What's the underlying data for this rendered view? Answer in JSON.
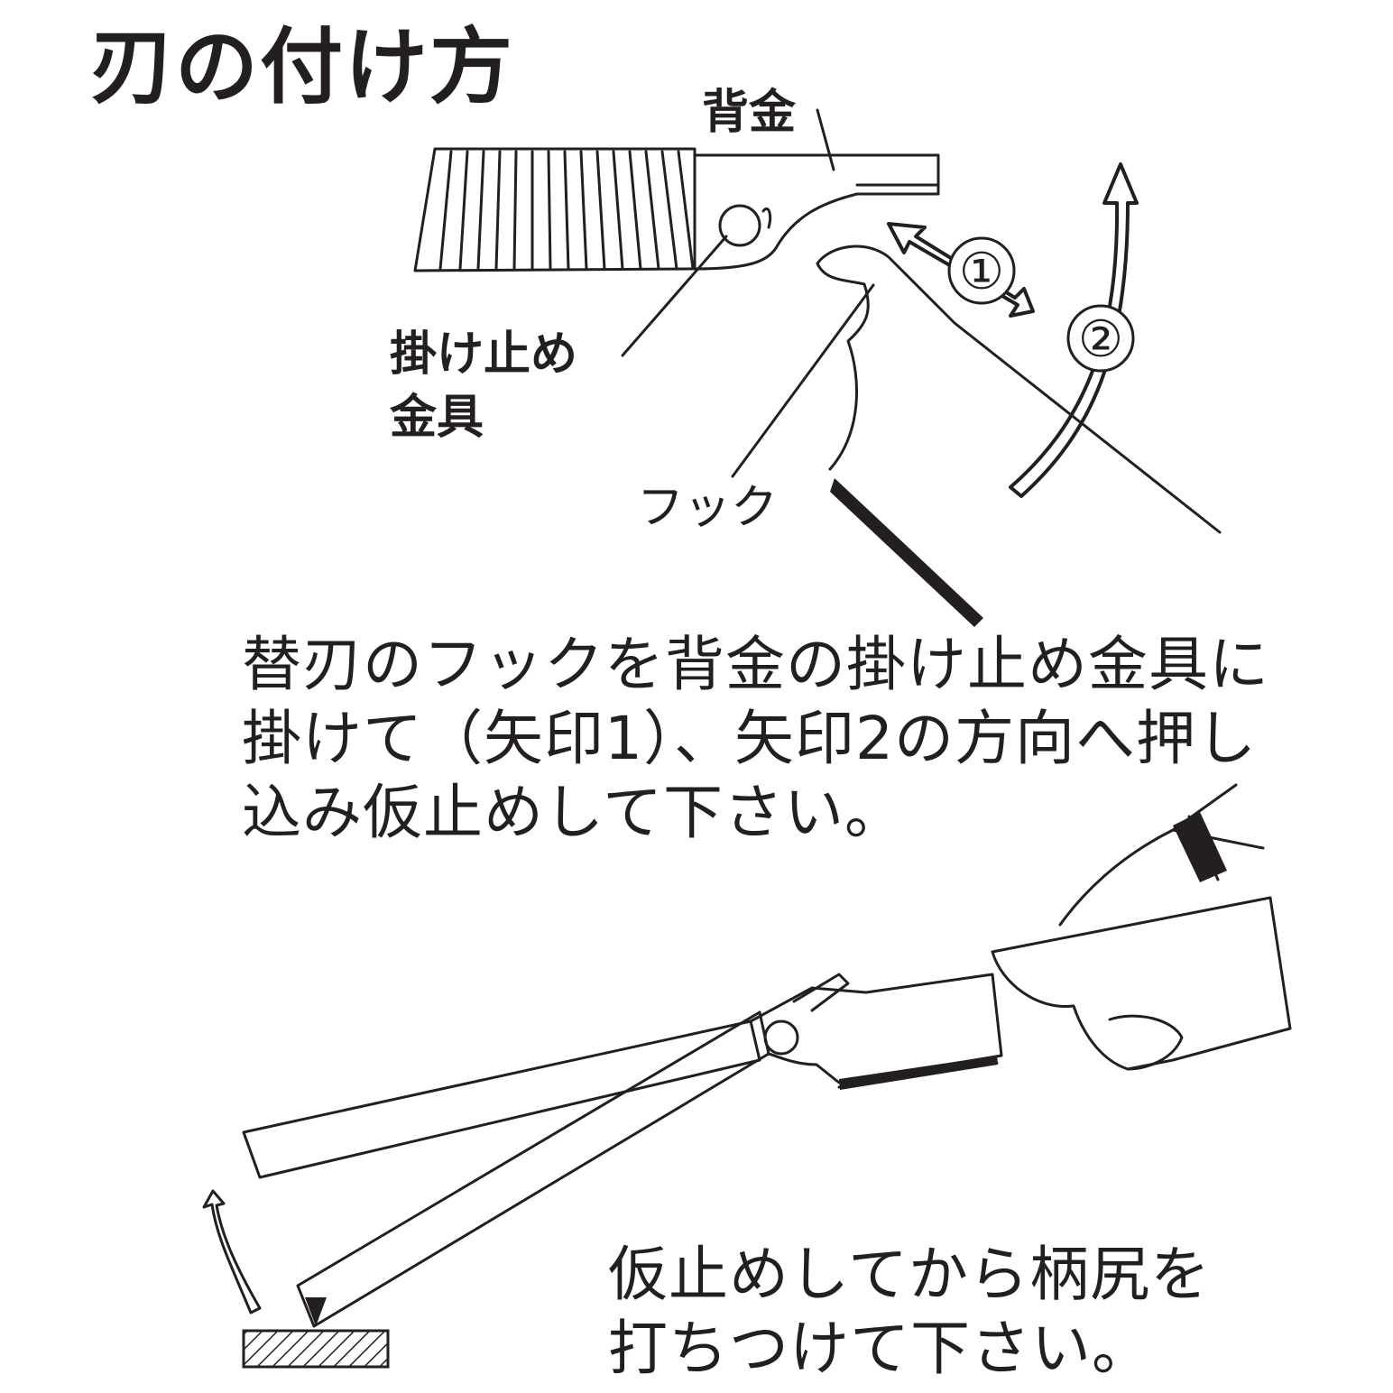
{
  "title": "刃の付け方",
  "labels": {
    "back_metal": "背金",
    "stopper_line1": "掛け止め",
    "stopper_line2": "金具",
    "hook": "フック"
  },
  "markers": {
    "arrow1": "①",
    "arrow2": "②"
  },
  "instructions": {
    "step1": [
      "替刃のフックを背金の掛け止め金具に",
      "掛けて（矢印1）、矢印2の方向へ押し",
      "込み仮止めして下さい。"
    ],
    "step2": [
      "仮止めしてから柄尻を",
      "打ちつけて下さい。"
    ]
  },
  "icons": [
    "saw-handle-illustration",
    "blade-hook-illustration",
    "arrow-1-icon",
    "arrow-2-icon",
    "hand-holding-saw-illustration",
    "tap-arrow-icon",
    "wooden-block-icon"
  ]
}
